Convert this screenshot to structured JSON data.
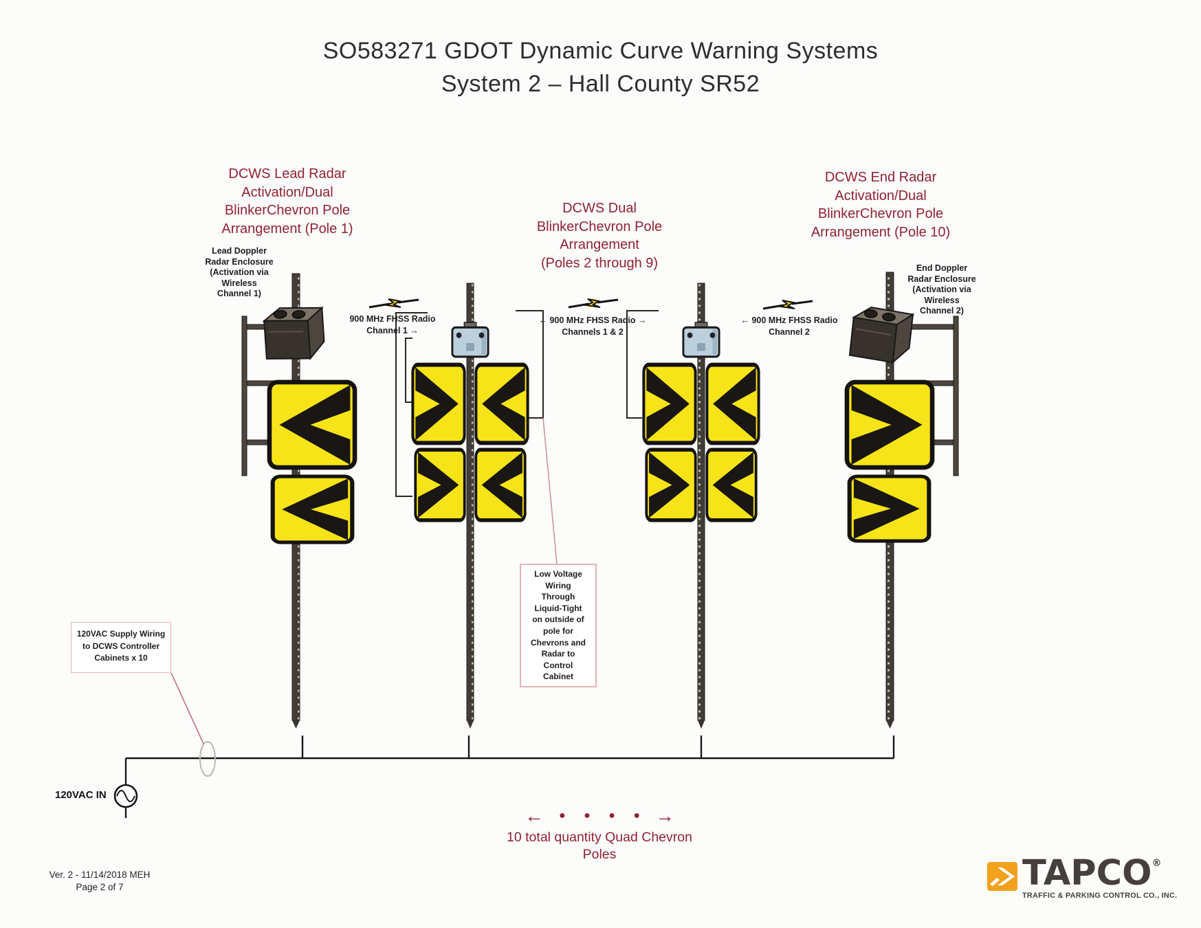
{
  "document": {
    "title_line1": "SO583271 GDOT Dynamic Curve Warning Systems",
    "title_line2": "System 2 – Hall County SR52",
    "version": "Ver. 2 - 11/14/2018 MEH\nPage 2 of 7"
  },
  "headings": {
    "pole1": "DCWS Lead Radar\nActivation/Dual\nBlinkerChevron Pole\nArrangement (Pole 1)",
    "middle_poles": "DCWS Dual\nBlinkerChevron Pole\nArrangement\n(Poles 2 through 9)",
    "pole10": "DCWS End Radar\nActivation/Dual\nBlinkerChevron Pole\nArrangement (Pole 10)"
  },
  "notes": {
    "lead_radar": "Lead Doppler\nRadar Enclosure\n(Activation via\nWireless\nChannel 1)",
    "end_radar": "End Doppler\nRadar Enclosure\n(Activation via\nWireless\nChannel 2)"
  },
  "radio_links": {
    "link1": "900 MHz FHSS Radio\nChannel 1 →",
    "link2": "← 900 MHz FHSS Radio →\nChannels 1 & 2",
    "link3": "← 900 MHz FHSS Radio\nChannel 2"
  },
  "callouts": {
    "low_voltage": "Low Voltage\nWiring\nThrough\nLiquid-Tight\non outside of\npole for\nChevrons and\nRadar to\nControl\nCabinet",
    "supply": "120VAC Supply Wiring\nto DCWS Controller\nCabinets x 10",
    "vac_in": "120VAC IN"
  },
  "footer": {
    "seq_left": "←",
    "seq_dots": "● ● ● ●",
    "seq_right": "→",
    "total_note": "10 total quantity Quad Chevron\nPoles"
  },
  "logo": {
    "name": "TAPCO",
    "registered": "®",
    "tagline": "TRAFFIC & PARKING CONTROL CO., INC."
  },
  "colors": {
    "heading_maroon": "#8e2234",
    "sign_yellow": "#f6e418",
    "chevron_black": "#191613",
    "callout_border_pink": "#e2b3b8",
    "leader_pink": "#c4717e",
    "logo_orange": "#f1a21d",
    "logo_gray": "#45403d"
  }
}
